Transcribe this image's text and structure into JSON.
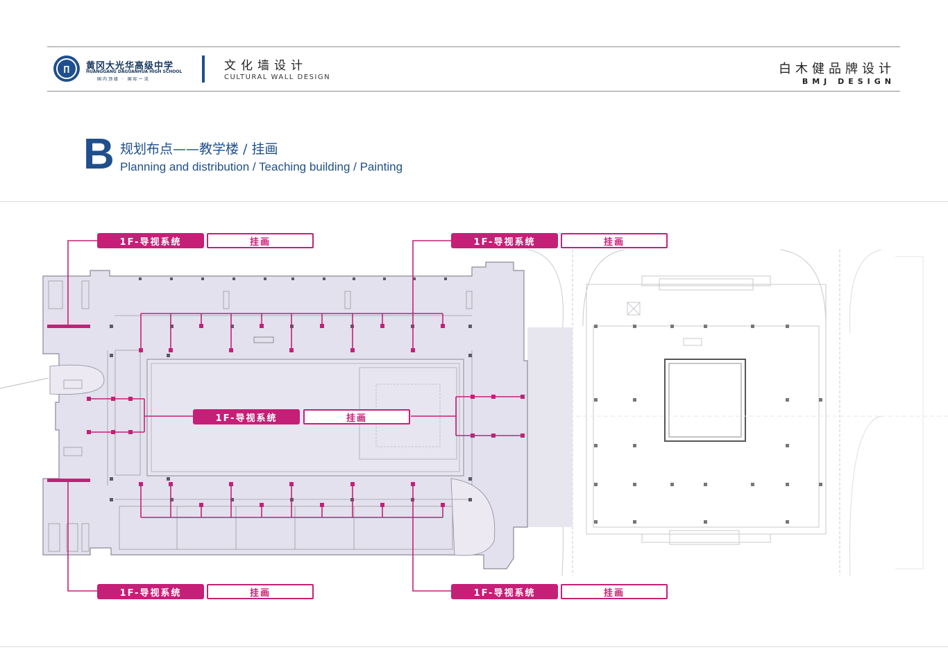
{
  "header": {
    "school_name": "黄冈大光华高级中学",
    "school_name_en": "HUANGGANG DAGUANHUA HIGH SCHOOL",
    "school_motto": "国内顶级 · 国际一流",
    "project_title": "文化墙设计",
    "project_title_en": "CULTURAL WALL DESIGN",
    "brand_name": "白木健品牌设计",
    "brand_name_en": "BMJ DESIGN"
  },
  "section": {
    "letter": "B",
    "title": "规划布点——教学楼 / 挂画",
    "subtitle": "Planning and distribution / Teaching building / Painting"
  },
  "callouts": [
    {
      "system": "1F-导视系统",
      "item": "挂画"
    },
    {
      "system": "1F-导视系统",
      "item": "挂画"
    },
    {
      "system": "1F-导视系统",
      "item": "挂画"
    },
    {
      "system": "1F-导视系统",
      "item": "挂画"
    },
    {
      "system": "1F-导视系统",
      "item": "挂画"
    }
  ],
  "colors": {
    "brand_blue": "#1f4f8c",
    "accent_magenta": "#c61f77",
    "plan_fill": "#e3e1ee"
  }
}
